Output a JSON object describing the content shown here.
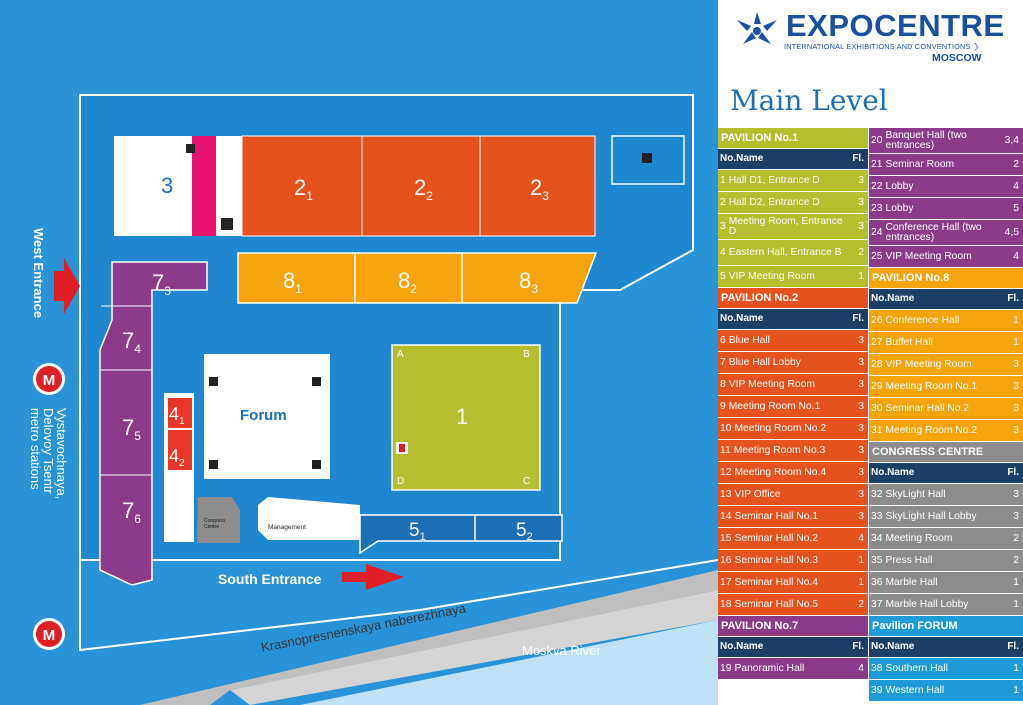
{
  "brand": {
    "name": "EXPOCENTRE",
    "subtitle": "INTERNATIONAL EXHIBITIONS AND CONVENTIONS",
    "city": "MOSCOW",
    "color": "#1c4f9e"
  },
  "level_title": "Main Level",
  "colors": {
    "sea": "#2a93d8",
    "grounds": "#1f87d0",
    "pavilion1": "#b5be2e",
    "pavilion2": "#e6521f",
    "pavilion7": "#8e3a8c",
    "pavilion8": "#f5a40d",
    "congress": "#8c8c8c",
    "forum": "#1c9bd7",
    "header_dark": "#1c3f6a",
    "river": "#bfe3f6",
    "entrance_arrow": "#e01e26"
  },
  "map": {
    "halls": {
      "h21": {
        "main": "2",
        "sub": "1"
      },
      "h22": {
        "main": "2",
        "sub": "2"
      },
      "h23": {
        "main": "2",
        "sub": "3"
      },
      "h3": {
        "main": "3"
      },
      "h81": {
        "main": "8",
        "sub": "1"
      },
      "h82": {
        "main": "8",
        "sub": "2"
      },
      "h83": {
        "main": "8",
        "sub": "3"
      },
      "h73": {
        "main": "7",
        "sub": "3"
      },
      "h74": {
        "main": "7",
        "sub": "4"
      },
      "h75": {
        "main": "7",
        "sub": "5"
      },
      "h76": {
        "main": "7",
        "sub": "6"
      },
      "h41": {
        "main": "4",
        "sub": "1"
      },
      "h42": {
        "main": "4",
        "sub": "2"
      },
      "h1": {
        "main": "1"
      },
      "h51": {
        "main": "5",
        "sub": "1"
      },
      "h52": {
        "main": "5",
        "sub": "2"
      }
    },
    "forum_label": "Forum",
    "zones": [
      "A",
      "B",
      "C",
      "D"
    ],
    "congress_label_1": "Congress",
    "congress_label_2": "Centre",
    "management_label": "Management",
    "south_entrance": "South Entrance",
    "west_entrance": "West Entrance",
    "metro_line1": "Vystavochnaya,",
    "metro_line2": "Delovoy Tsentr",
    "metro_line3": "metro stations",
    "road": "Krasnopresnenskaya naberezhnaya",
    "river": "Moskva River",
    "metro_symbol": "M"
  },
  "sections": {
    "p1": {
      "title": "PAVILION No.1",
      "head_no": "No.",
      "head_name": "Name",
      "head_fl": "Fl.",
      "rows": [
        {
          "no": "1",
          "name": "Hall D1, Entrance D",
          "fl": "3"
        },
        {
          "no": "2",
          "name": "Hall D2, Entrance D",
          "fl": "3"
        },
        {
          "no": "3",
          "name": "Meeting Room, Entrance D",
          "fl": "3"
        },
        {
          "no": "4",
          "name": "Eastern Hall, Entrance B",
          "fl": "2"
        },
        {
          "no": "5",
          "name": "VIP Meeting Room",
          "fl": "1"
        }
      ]
    },
    "p2": {
      "title": "PAVILION No.2",
      "head_no": "No.",
      "head_name": "Name",
      "head_fl": "Fl.",
      "rows": [
        {
          "no": "6",
          "name": "Blue Hall",
          "fl": "3"
        },
        {
          "no": "7",
          "name": "Blue Hall Lobby",
          "fl": "3"
        },
        {
          "no": "8",
          "name": "VIP Meeting Room",
          "fl": "3"
        },
        {
          "no": "9",
          "name": "Meeting Room No.1",
          "fl": "3"
        },
        {
          "no": "10",
          "name": "Meeting Room No.2",
          "fl": "3"
        },
        {
          "no": "11",
          "name": "Meeting Room No.3",
          "fl": "3"
        },
        {
          "no": "12",
          "name": "Meeting Room No.4",
          "fl": "3"
        },
        {
          "no": "13",
          "name": "VIP Office",
          "fl": "3"
        },
        {
          "no": "14",
          "name": "Seminar Hall No.1",
          "fl": "3"
        },
        {
          "no": "15",
          "name": "Seminar Hall No.2",
          "fl": "4"
        },
        {
          "no": "16",
          "name": "Seminar Hall No.3",
          "fl": "1"
        },
        {
          "no": "17",
          "name": "Seminar Hall No.4",
          "fl": "1"
        },
        {
          "no": "18",
          "name": "Seminar Hall No.5",
          "fl": "2"
        }
      ]
    },
    "p7": {
      "title": "PAVILION No.7",
      "head_no": "No.",
      "head_name": "Name",
      "head_fl": "Fl.",
      "rows": [
        {
          "no": "19",
          "name": "Panoramic Hall",
          "fl": "4"
        }
      ]
    },
    "p7b": {
      "rows": [
        {
          "no": "20",
          "name": "Banquet Hall (two entrances)",
          "fl": "3,4"
        },
        {
          "no": "21",
          "name": "Seminar Room",
          "fl": "2"
        },
        {
          "no": "22",
          "name": "Lobby",
          "fl": "4"
        },
        {
          "no": "23",
          "name": "Lobby",
          "fl": "5"
        },
        {
          "no": "24",
          "name": "Conference Hall (two entrances)",
          "fl": "4,5"
        },
        {
          "no": "25",
          "name": "VIP Meeting Room",
          "fl": "4"
        }
      ]
    },
    "p8": {
      "title": "PAVILION No.8",
      "head_no": "No.",
      "head_name": "Name",
      "head_fl": "Fl.",
      "rows": [
        {
          "no": "26",
          "name": "Conference Hall",
          "fl": "1"
        },
        {
          "no": "27",
          "name": "Buffet Hall",
          "fl": "1"
        },
        {
          "no": "28",
          "name": "VIP Meeting Room",
          "fl": "3"
        },
        {
          "no": "29",
          "name": "Meeting Room No.1",
          "fl": "3"
        },
        {
          "no": "30",
          "name": "Seminar Hall No.2",
          "fl": "3"
        },
        {
          "no": "31",
          "name": "Meeting Room No.2",
          "fl": "3"
        }
      ]
    },
    "congress": {
      "title": "CONGRESS CENTRE",
      "head_no": "No.",
      "head_name": "Name",
      "head_fl": "Fl.",
      "rows": [
        {
          "no": "32",
          "name": "SkyLight Hall",
          "fl": "3"
        },
        {
          "no": "33",
          "name": "SkyLight Hall Lobby",
          "fl": "3"
        },
        {
          "no": "34",
          "name": "Meeting Room",
          "fl": "2"
        },
        {
          "no": "35",
          "name": "Press Hall",
          "fl": "2"
        },
        {
          "no": "36",
          "name": "Marble Hall",
          "fl": "1"
        },
        {
          "no": "37",
          "name": "Marble Hall Lobby",
          "fl": "1"
        }
      ]
    },
    "forum": {
      "title": "Pavilion FORUM",
      "head_no": "No.",
      "head_name": "Name",
      "head_fl": "Fl.",
      "rows": [
        {
          "no": "38",
          "name": "Southern Hall",
          "fl": "1"
        },
        {
          "no": "39",
          "name": "Western Hall",
          "fl": "1"
        }
      ]
    }
  }
}
